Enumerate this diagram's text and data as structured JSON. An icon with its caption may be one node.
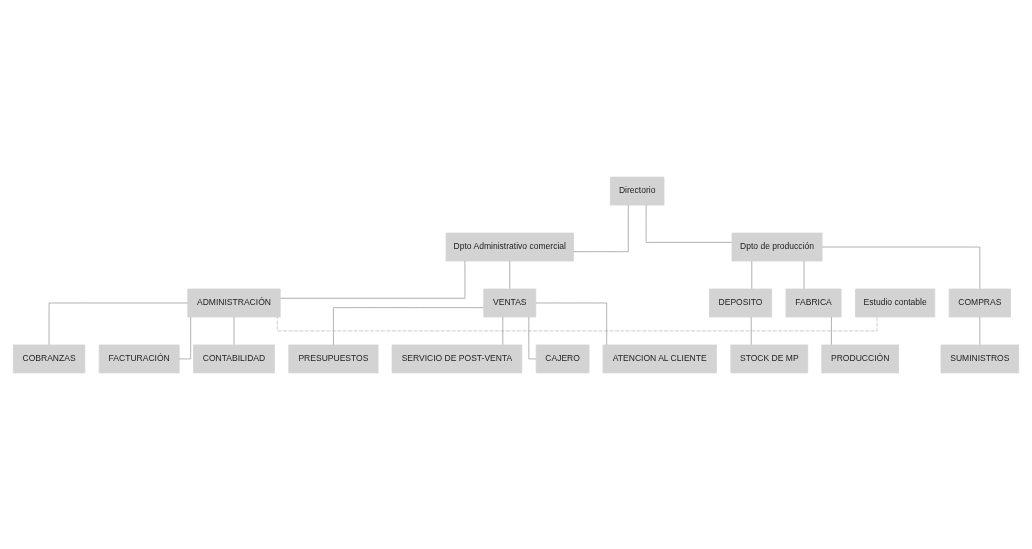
{
  "diagram": {
    "nodes": [
      {
        "text": [
          "Directorio"
        ]
      },
      {
        "text": [
          "Dpto Administrativo comercial"
        ]
      },
      {
        "text": [
          "Dpto de producción"
        ]
      },
      {
        "text": [
          "Estudio contable"
        ]
      },
      {
        "text": [
          "ADMINISTRACIÓN"
        ]
      },
      {
        "text": [
          "VENTAS"
        ]
      },
      {
        "text": [
          "DEPOSITO"
        ]
      },
      {
        "text": [
          "FABRICA"
        ]
      },
      {
        "text": [
          "COMPRAS"
        ]
      },
      {
        "text": [
          "CONTABILIDAD"
        ]
      },
      {
        "text": [
          "COBRANZAS"
        ]
      },
      {
        "text": [
          "FACTURACIÓN"
        ]
      },
      {
        "text": [
          "CAJERO"
        ]
      },
      {
        "text": [
          "ATENCION AL CLIENTE"
        ]
      },
      {
        "text": [
          "PRESUPUESTOS"
        ]
      },
      {
        "text": [
          "SERVICIO DE POST-VENTA"
        ]
      },
      {
        "text": [
          "STOCK DE MP"
        ]
      },
      {
        "text": [
          "PRODUCCIÓN"
        ]
      },
      {
        "text": [
          "SUMINISTROS"
        ]
      }
    ],
    "edges": [
      {
        "from": 0,
        "to": 1,
        "arrow": "none"
      },
      {
        "from": 0,
        "to": 2,
        "arrow": "none"
      },
      {
        "from": 1,
        "to": 4,
        "arrow": "none"
      },
      {
        "from": 1,
        "to": 5,
        "arrow": "none"
      },
      {
        "from": 2,
        "to": 6,
        "arrow": "none"
      },
      {
        "from": 2,
        "to": 7,
        "arrow": "none"
      },
      {
        "from": 2,
        "to": 8,
        "arrow": "none"
      },
      {
        "from": 3,
        "to": 4,
        "arrow": "none",
        "style": "dashed",
        "color": "#bbbbbb"
      },
      {
        "from": 4,
        "to": 9,
        "arrow": "none"
      },
      {
        "from": 4,
        "to": 10,
        "arrow": "none"
      },
      {
        "from": 4,
        "to": 11,
        "arrow": "none"
      },
      {
        "from": 5,
        "to": 12,
        "arrow": "none"
      },
      {
        "from": 5,
        "to": 13,
        "arrow": "none"
      },
      {
        "from": 5,
        "to": 14,
        "arrow": "none"
      },
      {
        "from": 5,
        "to": 15,
        "arrow": "none"
      },
      {
        "from": 6,
        "to": 16,
        "arrow": "none"
      },
      {
        "from": 7,
        "to": 17,
        "arrow": "none"
      },
      {
        "from": 8,
        "to": 18,
        "arrow": "none"
      }
    ]
  }
}
